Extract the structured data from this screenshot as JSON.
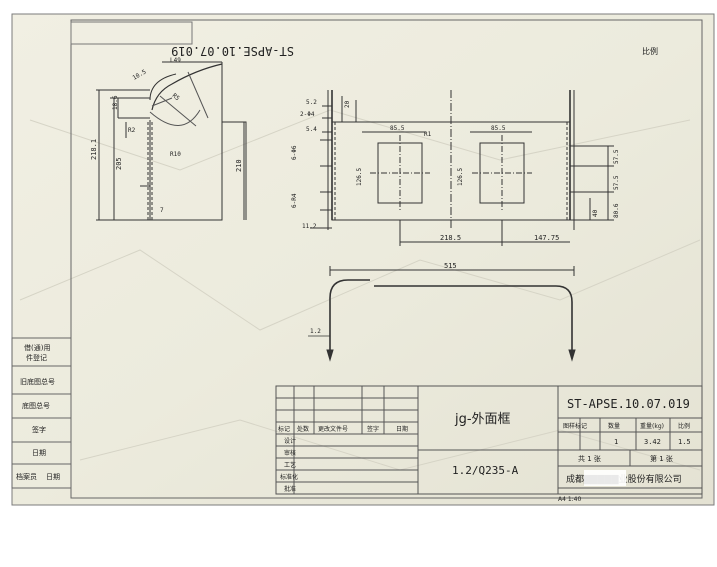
{
  "drawing": {
    "code_mirrored": "ST-APSE.10.07.019",
    "corner_note": "比例",
    "title": "jg-外面框",
    "material": "1.2/Q235-A",
    "code": "ST-APSE.10.07.019",
    "company": "成都▇▇▇▇▇业股份有限公司",
    "footer_note": "A4 1:40"
  },
  "left_block": [
    "借(通)用",
    "件登记",
    "旧底图总号",
    "底图总号",
    "签字",
    "日期",
    "档案员",
    "日期"
  ],
  "title_block": {
    "headers": [
      "标记",
      "处数",
      "更改文件号",
      "签字",
      "日期"
    ],
    "roles": [
      "设计",
      "审核",
      "工艺",
      "标准化",
      "批准"
    ],
    "right_headers": [
      "图样标记",
      "数量",
      "重量(kg)",
      "比例"
    ],
    "right_values": [
      "1",
      "3.42",
      "1.5"
    ],
    "sheet_info": [
      "共 1 张",
      "第 1 张"
    ]
  },
  "dims": {
    "d_218": "218.1",
    "d_205": "205",
    "d_210": "210",
    "d_18": "18.6",
    "d_r2": "R2",
    "d_l49": "L49",
    "d_r10": "R10",
    "d_r5": "R5",
    "d_10_5": "10.5",
    "d_7": "7",
    "d_52": "5.2",
    "d_phi": "2-Φ4",
    "d_54": "5.4",
    "d_20": "20",
    "d_6": "6-Φ6",
    "d_6_2": "6-R4",
    "d_11": "11.2",
    "d_85_1": "85.5",
    "d_85_2": "85.5",
    "d_r1": "R1",
    "d_126_1": "126.5",
    "d_126_2": "126.5",
    "d_57_1": "57.5",
    "d_57_2": "57.5",
    "d_40": "40",
    "d_80": "80.6",
    "d_218_5": "218.5",
    "d_147": "147.75",
    "d_515": "515",
    "d_12": "1.2"
  }
}
